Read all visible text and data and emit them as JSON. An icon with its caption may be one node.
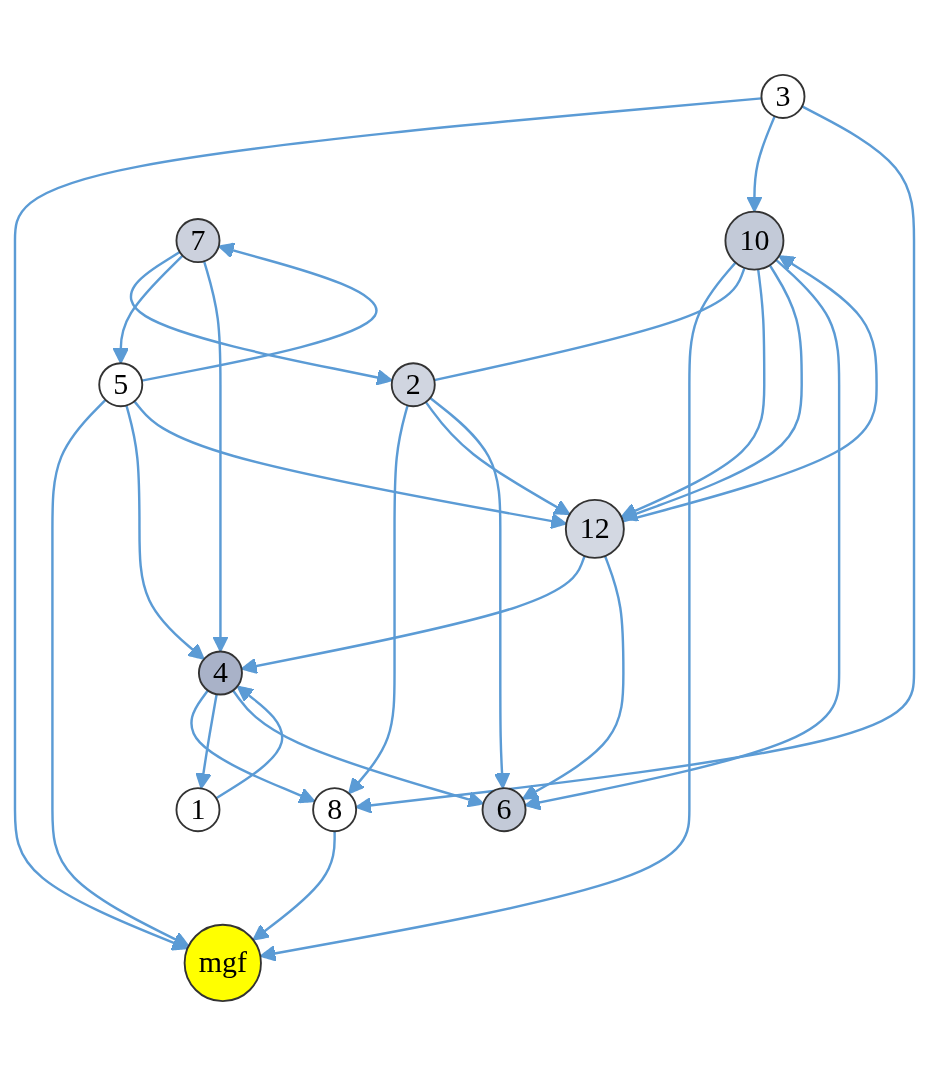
{
  "diagram": {
    "nodes": [
      {
        "text": [
          "3"
        ]
      },
      {
        "text": [
          "10"
        ]
      },
      {
        "text": [
          "2"
        ]
      },
      {
        "text": [
          "7"
        ]
      },
      {
        "text": [
          "5"
        ]
      },
      {
        "text": [
          "12"
        ]
      },
      {
        "text": [
          "4"
        ]
      },
      {
        "text": [
          "8"
        ]
      },
      {
        "text": [
          "1"
        ]
      },
      {
        "text": [
          "6"
        ]
      },
      {
        "text": [
          "mgf"
        ]
      }
    ],
    "edges": [
      {
        "from": 0,
        "to": 10,
        "arrow": "to"
      },
      {
        "from": 1,
        "to": 10,
        "arrow": "to"
      },
      {
        "from": 0,
        "to": 1,
        "arrow": "to"
      },
      {
        "from": 0,
        "to": 7,
        "arrow": "to"
      },
      {
        "from": 1,
        "to": 2,
        "arrow": "none"
      },
      {
        "from": 1,
        "to": 5,
        "arrow": "to"
      },
      {
        "from": 5,
        "to": 1,
        "arrow": "to"
      },
      {
        "from": 1,
        "to": 5,
        "arrow": "to"
      },
      {
        "from": 1,
        "to": 9,
        "arrow": "to"
      },
      {
        "from": 2,
        "to": 7,
        "arrow": "to"
      },
      {
        "from": 2,
        "to": 5,
        "arrow": "to"
      },
      {
        "from": 2,
        "to": 9,
        "arrow": "to"
      },
      {
        "from": 3,
        "to": 2,
        "arrow": "to"
      },
      {
        "from": 3,
        "to": 4,
        "arrow": "to"
      },
      {
        "from": 4,
        "to": 3,
        "arrow": "to"
      },
      {
        "from": 3,
        "to": 6,
        "arrow": "to"
      },
      {
        "from": 4,
        "to": 10,
        "arrow": "to"
      },
      {
        "from": 4,
        "to": 6,
        "arrow": "to"
      },
      {
        "from": 4,
        "to": 5,
        "arrow": "to"
      },
      {
        "from": 5,
        "to": 6,
        "arrow": "to"
      },
      {
        "from": 5,
        "to": 9,
        "arrow": "to"
      },
      {
        "from": 6,
        "to": 7,
        "arrow": "to"
      },
      {
        "from": 6,
        "to": 8,
        "arrow": "to"
      },
      {
        "from": 8,
        "to": 6,
        "arrow": "to"
      },
      {
        "from": 6,
        "to": 9,
        "arrow": "to"
      },
      {
        "from": 7,
        "to": 10,
        "arrow": "to"
      }
    ]
  }
}
